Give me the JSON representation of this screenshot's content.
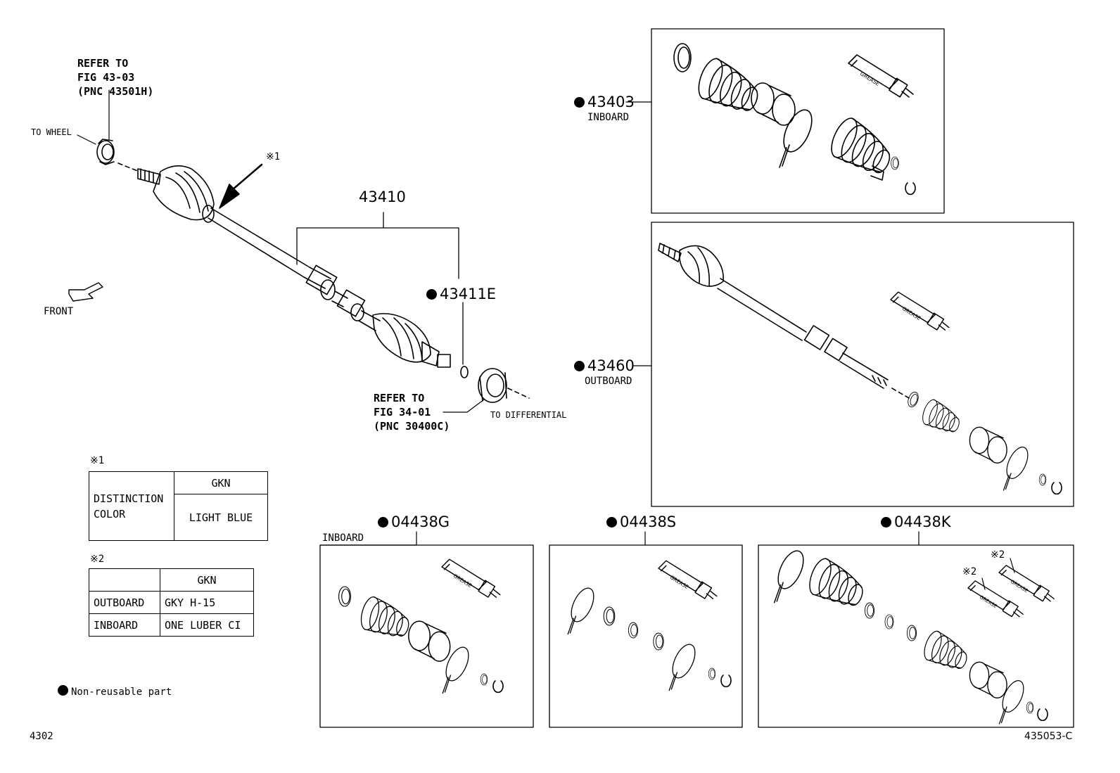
{
  "labels": {
    "refer_wheel": [
      "REFER TO",
      "FIG 43-03",
      "(PNC 43501H)"
    ],
    "to_wheel": "TO WHEEL",
    "note1_marker": "※1",
    "front": "FRONT",
    "pnc_43410": "43410",
    "pnc_43411e": "43411E",
    "refer_diff": [
      "REFER TO",
      "FIG 34-01",
      "(PNC 30400C)"
    ],
    "to_differential": "TO DIFFERENTIAL",
    "pnc_43403": "43403",
    "inboard_1": "INBOARD",
    "pnc_43460": "43460",
    "outboard_1": "OUTBOARD",
    "pnc_04438g": "04438G",
    "inboard_2": "INBOARD",
    "pnc_04438s": "04438S",
    "pnc_04438k": "04438K",
    "note2_marker_a": "※2",
    "note2_marker_b": "※2",
    "grease": "GREASE",
    "legend_nonreusable": "Non-reusable part",
    "figure_number": "4302",
    "drawing_code": "435053-C"
  },
  "table1": {
    "marker": "※1",
    "header": "GKN",
    "row_label": [
      "DISTINCTION",
      "COLOR"
    ],
    "value": "LIGHT BLUE"
  },
  "table2": {
    "marker": "※2",
    "header": "GKN",
    "rows": [
      {
        "label": "OUTBOARD",
        "value": "GKY H-15"
      },
      {
        "label": "INBOARD",
        "value": "ONE LUBER CI"
      }
    ]
  }
}
